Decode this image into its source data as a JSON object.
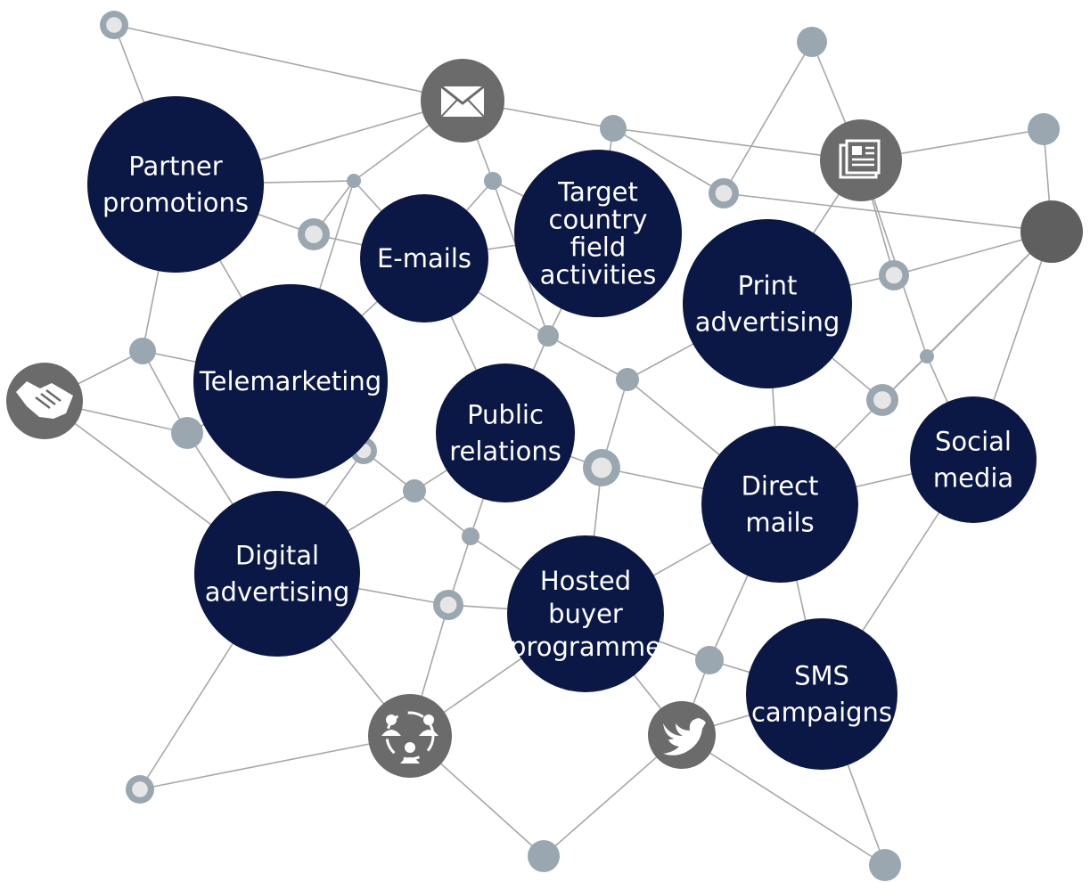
{
  "colors": {
    "main_node": "#0b1845",
    "icon_node": "#6b6b6b",
    "small_node": "#9aa7b0",
    "ring_inner": "#e6e6e6",
    "edge": "#a7a7a7"
  },
  "nodes": [
    {
      "id": "partner-promotions",
      "label_lines": [
        "Partner",
        "promotions"
      ]
    },
    {
      "id": "emails",
      "label_lines": [
        "E-mails"
      ]
    },
    {
      "id": "target-country-field-activities",
      "label_lines": [
        "Target",
        "country",
        "field",
        "activities"
      ]
    },
    {
      "id": "print-advertising",
      "label_lines": [
        "Print",
        "advertising"
      ]
    },
    {
      "id": "telemarketing",
      "label_lines": [
        "Telemarketing"
      ]
    },
    {
      "id": "public-relations",
      "label_lines": [
        "Public",
        "relations"
      ]
    },
    {
      "id": "social-media",
      "label_lines": [
        "Social",
        "media"
      ]
    },
    {
      "id": "direct-mails",
      "label_lines": [
        "Direct",
        "mails"
      ]
    },
    {
      "id": "digital-advertising",
      "label_lines": [
        "Digital",
        "advertising"
      ]
    },
    {
      "id": "hosted-buyer-programme",
      "label_lines": [
        "Hosted",
        "buyer",
        "programme"
      ]
    },
    {
      "id": "sms-campaigns",
      "label_lines": [
        "SMS",
        "campaigns"
      ]
    }
  ],
  "icons": [
    "envelope-icon",
    "newspaper-icon",
    "handshake-icon",
    "people-network-icon",
    "twitter-bird-icon"
  ]
}
